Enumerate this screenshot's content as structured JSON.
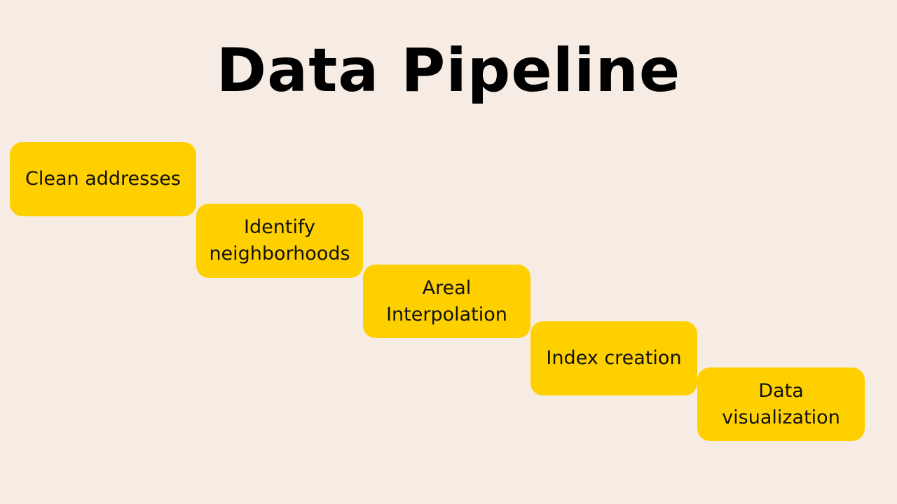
{
  "slide": {
    "title": "Data Pipeline",
    "background_color": "#F6ECE3",
    "box_color": "#FFD000"
  },
  "steps": [
    {
      "label": "Clean addresses"
    },
    {
      "label": "Identify\nneighborhoods"
    },
    {
      "label": "Areal\nInterpolation"
    },
    {
      "label": "Index creation"
    },
    {
      "label": "Data\nvisualization"
    }
  ]
}
